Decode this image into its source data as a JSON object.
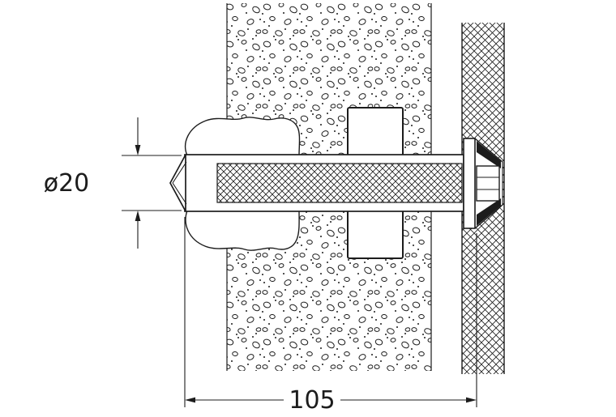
{
  "drawing": {
    "kind": "technical-section-drawing",
    "labels": {
      "diameter": "ø20",
      "length": "105"
    },
    "colors": {
      "line": "#1c1c1c",
      "background": "#ffffff"
    },
    "parts": [
      "concrete-panel",
      "masonry-wall",
      "anchor-assembly",
      "adhesive-blob",
      "sleeve-cutouts",
      "wall-flange-fitting"
    ]
  }
}
